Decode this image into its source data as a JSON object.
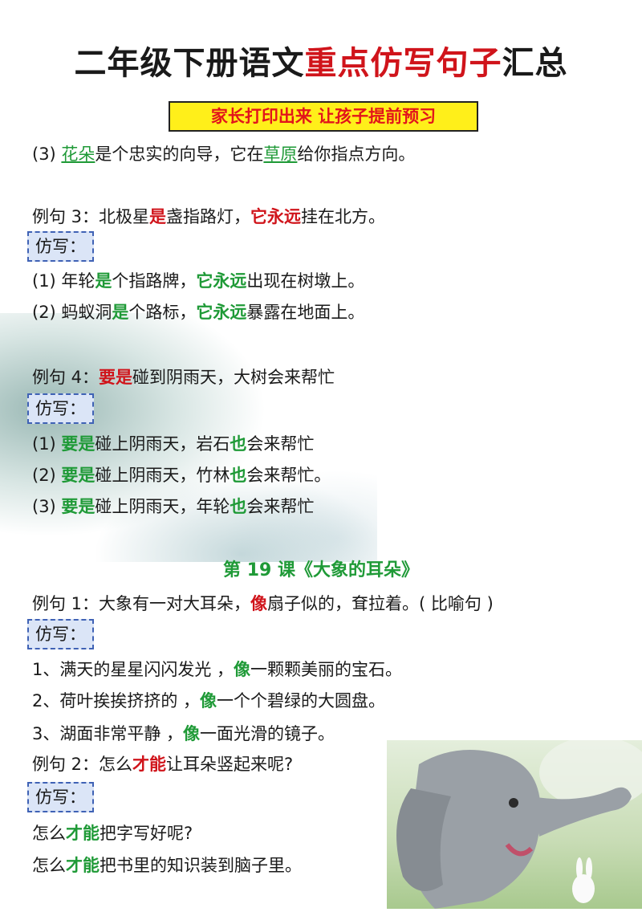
{
  "title": {
    "part1": "二年级下册语文",
    "part2": "重点仿写句子",
    "part3": "汇总"
  },
  "banner": "家长打印出来 让孩子提前预习",
  "tag_label": "仿写：",
  "lines": {
    "l1": {
      "a": "(3) ",
      "b": "花朵",
      "c": "是个忠实的向导，它在",
      "d": "草原",
      "e": "给你指点方向。"
    },
    "ex3": {
      "a": "例句 3：北极星",
      "b": "是",
      "c": "盏指路灯，",
      "d": "它永远",
      "e": "挂在北方。"
    },
    "ex3_1": {
      "a": "(1) 年轮",
      "b": "是",
      "c": "个指路牌，",
      "d": "它永远",
      "e": "出现在树墩上。"
    },
    "ex3_2": {
      "a": "(2) 蚂蚁洞",
      "b": "是",
      "c": "个路标，",
      "d": "它永远",
      "e": "暴露在地面上。"
    },
    "ex4": {
      "a": "例句 4：",
      "b": "要是",
      "c": "碰到阴雨天，大树会来帮忙"
    },
    "ex4_1": {
      "a": "(1) ",
      "b": "要是",
      "c": "碰上阴雨天，岩石",
      "d": "也",
      "e": "会来帮忙"
    },
    "ex4_2": {
      "a": "(2) ",
      "b": "要是",
      "c": "碰上阴雨天，竹林",
      "d": "也",
      "e": "会来帮忙。"
    },
    "ex4_3": {
      "a": "(3) ",
      "b": "要是",
      "c": "碰上阴雨天，年轮",
      "d": "也",
      "e": "会来帮忙"
    },
    "lesson": "第 19 课《大象的耳朵》",
    "ex19_1": {
      "a": "例句 1：大象有一对大耳朵，",
      "b": "像",
      "c": "扇子似的，耷拉着。( 比喻句 )"
    },
    "ex19_1_1": {
      "a": "1、满天的星星闪闪发光 ，",
      "b": "像",
      "c": "一颗颗美丽的宝石。"
    },
    "ex19_1_2": {
      "a": "2、荷叶挨挨挤挤的 ，",
      "b": "像",
      "c": "一个个碧绿的大圆盘。"
    },
    "ex19_1_3": {
      "a": "3、湖面非常平静 ，",
      "b": "像",
      "c": "一面光滑的镜子。"
    },
    "ex19_2": {
      "a": "例句 2：怎么",
      "b": "才能",
      "c": "让耳朵竖起来呢?"
    },
    "ex19_2_1": {
      "a": "怎么",
      "b": "才能",
      "c": "把字写好呢?"
    },
    "ex19_2_2": {
      "a": "怎么",
      "b": "才能",
      "c": "把书里的知识装到脑子里。"
    }
  },
  "colors": {
    "red": "#d0141b",
    "green": "#1f9a37",
    "banner_bg": "#ffef1a",
    "tag_bg": "#dbe5f7"
  }
}
